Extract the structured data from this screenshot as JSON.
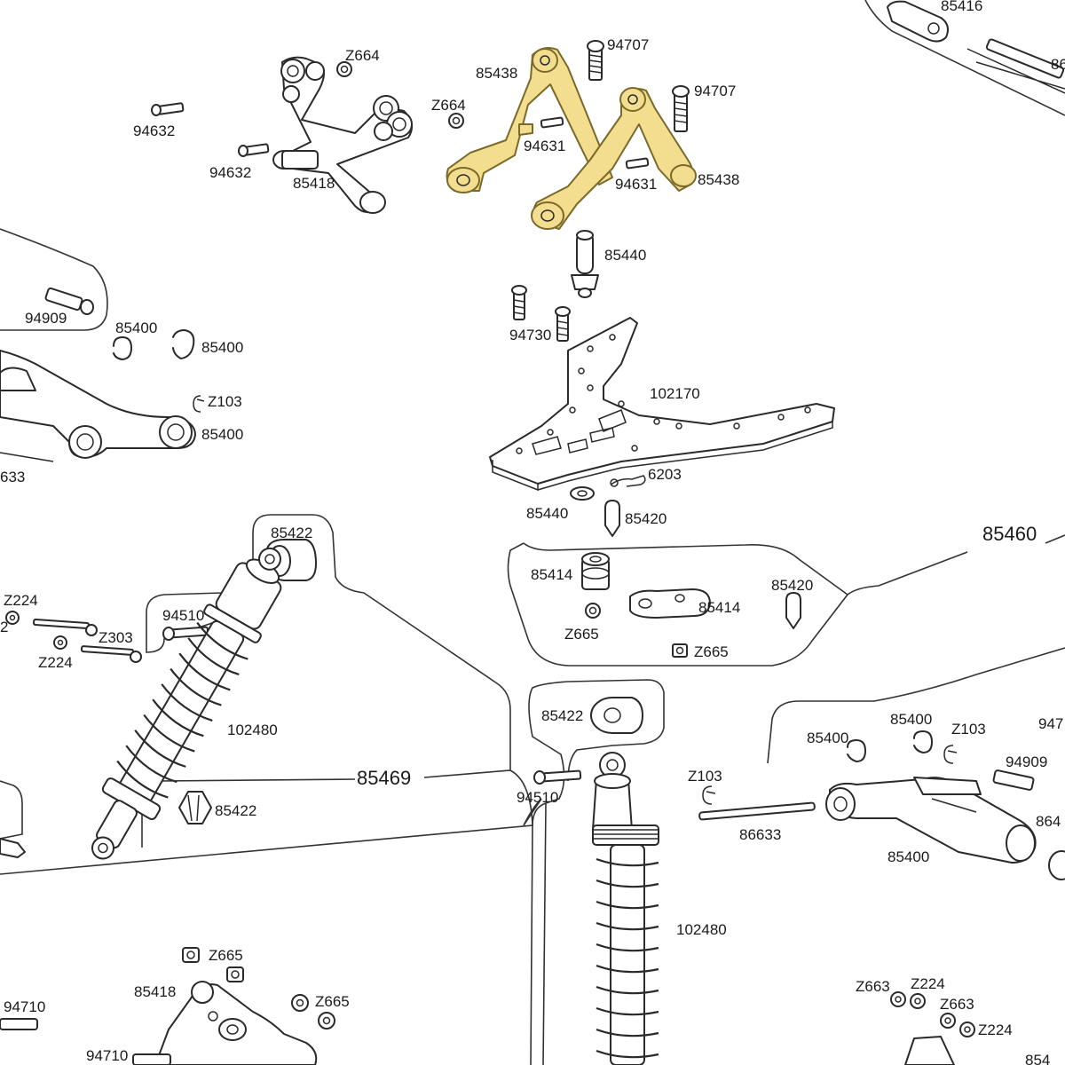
{
  "diagram": {
    "highlight_color": "#f3dd8e",
    "labels": [
      {
        "id": "l-85416",
        "text": "85416"
      },
      {
        "id": "l-z664a",
        "text": "Z664"
      },
      {
        "id": "l-94707a",
        "text": "94707"
      },
      {
        "id": "l-85438a",
        "text": "85438"
      },
      {
        "id": "l-94707b",
        "text": "94707"
      },
      {
        "id": "l-94632a",
        "text": "94632"
      },
      {
        "id": "l-z664b",
        "text": "Z664"
      },
      {
        "id": "l-94631a",
        "text": "94631"
      },
      {
        "id": "l-94632b",
        "text": "94632"
      },
      {
        "id": "l-85418a",
        "text": "85418"
      },
      {
        "id": "l-94631b",
        "text": "94631"
      },
      {
        "id": "l-85438b",
        "text": "85438"
      },
      {
        "id": "l-85440a",
        "text": "85440"
      },
      {
        "id": "l-94909a",
        "text": "94909"
      },
      {
        "id": "l-94730",
        "text": "94730"
      },
      {
        "id": "l-85400a",
        "text": "85400"
      },
      {
        "id": "l-85400b",
        "text": "85400"
      },
      {
        "id": "l-102170",
        "text": "102170"
      },
      {
        "id": "l-z103a",
        "text": "Z103"
      },
      {
        "id": "l-85400c",
        "text": "85400"
      },
      {
        "id": "l-633",
        "text": "633"
      },
      {
        "id": "l-6203",
        "text": "6203"
      },
      {
        "id": "l-85440b",
        "text": "85440"
      },
      {
        "id": "l-85420a",
        "text": "85420"
      },
      {
        "id": "l-85460",
        "text": "85460"
      },
      {
        "id": "l-85422a",
        "text": "85422"
      },
      {
        "id": "l-85414a",
        "text": "85414"
      },
      {
        "id": "l-85420b",
        "text": "85420"
      },
      {
        "id": "l-85414b",
        "text": "85414"
      },
      {
        "id": "l-z224a",
        "text": "Z224"
      },
      {
        "id": "l-94510a",
        "text": "94510"
      },
      {
        "id": "l-z665a",
        "text": "Z665"
      },
      {
        "id": "l-z303",
        "text": "Z303"
      },
      {
        "id": "l-z665b",
        "text": "Z665"
      },
      {
        "id": "l-z224b",
        "text": "Z224"
      },
      {
        "id": "l-85422b",
        "text": "85422"
      },
      {
        "id": "l-85400d",
        "text": "85400"
      },
      {
        "id": "l-z103b",
        "text": "Z103"
      },
      {
        "id": "l-94edge",
        "text": "947"
      },
      {
        "id": "l-85400e",
        "text": "85400"
      },
      {
        "id": "l-102480a",
        "text": "102480"
      },
      {
        "id": "l-94909b",
        "text": "94909"
      },
      {
        "id": "l-z103c",
        "text": "Z103"
      },
      {
        "id": "l-85469",
        "text": "85469"
      },
      {
        "id": "l-94510b",
        "text": "94510"
      },
      {
        "id": "l-85422c",
        "text": "85422"
      },
      {
        "id": "l-86633",
        "text": "86633"
      },
      {
        "id": "l-864edge",
        "text": "864"
      },
      {
        "id": "l-85400f",
        "text": "85400"
      },
      {
        "id": "l-102480b",
        "text": "102480"
      },
      {
        "id": "l-z665c",
        "text": "Z665"
      },
      {
        "id": "l-85418b",
        "text": "85418"
      },
      {
        "id": "l-94710a",
        "text": "94710"
      },
      {
        "id": "l-z665d",
        "text": "Z665"
      },
      {
        "id": "l-z663a",
        "text": "Z663"
      },
      {
        "id": "l-z224c",
        "text": "Z224"
      },
      {
        "id": "l-z663b",
        "text": "Z663"
      },
      {
        "id": "l-z224d",
        "text": "Z224"
      },
      {
        "id": "l-94710b",
        "text": "94710"
      },
      {
        "id": "l-86edge",
        "text": "86"
      },
      {
        "id": "l-854edge",
        "text": "854"
      },
      {
        "id": "l-2edge",
        "text": "2"
      }
    ]
  }
}
